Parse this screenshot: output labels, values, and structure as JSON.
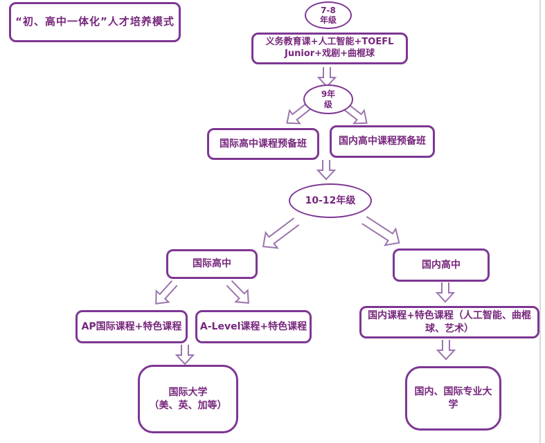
{
  "colors": {
    "border": "#7d3693",
    "text": "#76267c",
    "arrow": "#9b74ad",
    "page_edge": "#d8d8d8"
  },
  "title": {
    "label": "“初、高中一体化”人才培养模式"
  },
  "flow": {
    "grade_7_8": {
      "line1": "7-8",
      "line2": "年级"
    },
    "compulsory_course": {
      "line1": "义务教育课+人工智能+TOEFL",
      "line2": "Junior+戏剧+曲棍球"
    },
    "grade_9": {
      "line1": "9年",
      "line2": "级"
    },
    "intl_hs_prep": {
      "label": "国际高中课程预备班"
    },
    "domestic_hs_prep": {
      "label": "国内高中课程预备班"
    },
    "grade_10_12": {
      "label": "10-12年级"
    },
    "intl_hs": {
      "label": "国际高中"
    },
    "domestic_hs": {
      "label": "国内高中"
    },
    "ap_course": {
      "label": "AP国际课程+特色课程"
    },
    "alevel_course": {
      "label": "A-Level课程+特色课程"
    },
    "domestic_course": {
      "label": "国内课程+特色课程（人工智能、曲棍球、艺术）"
    },
    "intl_university": {
      "line1": "国际大学",
      "line2": "（美、英、加等）"
    },
    "domestic_university": {
      "label": "国内、国际专业大学"
    }
  }
}
